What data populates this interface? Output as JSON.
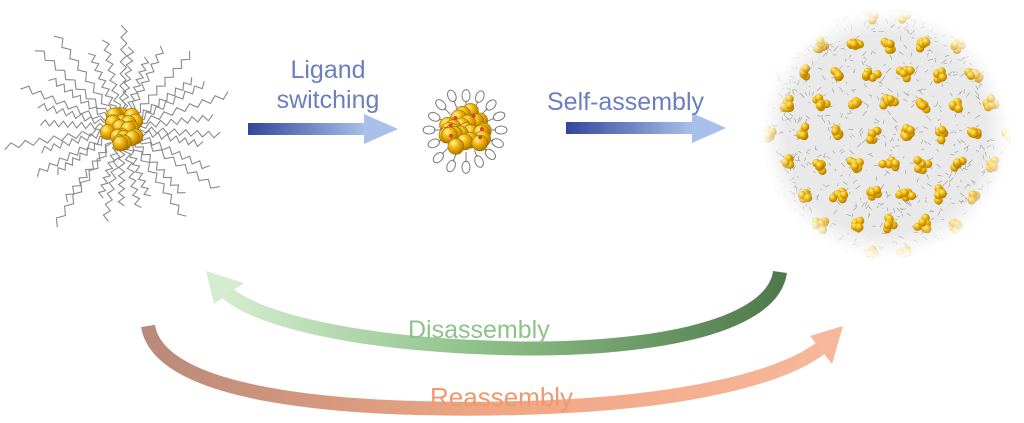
{
  "labels": {
    "ligand_line1": "Ligand",
    "ligand_line2": "switching",
    "self_assembly": "Self-assembly",
    "disassembly": "Disassembly",
    "reassembly": "Reassembly"
  },
  "colors": {
    "label_blue": "#6b7fc0",
    "arrow_blue_dark": "#33469a",
    "arrow_blue_light": "#a9c1ea",
    "disassembly_green": "#8fc28a",
    "disassembly_dark": "#4f7a4c",
    "reassembly_orange": "#f0996f",
    "reassembly_dark": "#b98a7a",
    "gold": "#f2b705",
    "ligand_gray": "#8a8a8a"
  },
  "icons": {
    "left": "gold-cluster-long-ligands",
    "middle": "gold-cluster-short-ligands",
    "right": "superlattice-circle"
  }
}
